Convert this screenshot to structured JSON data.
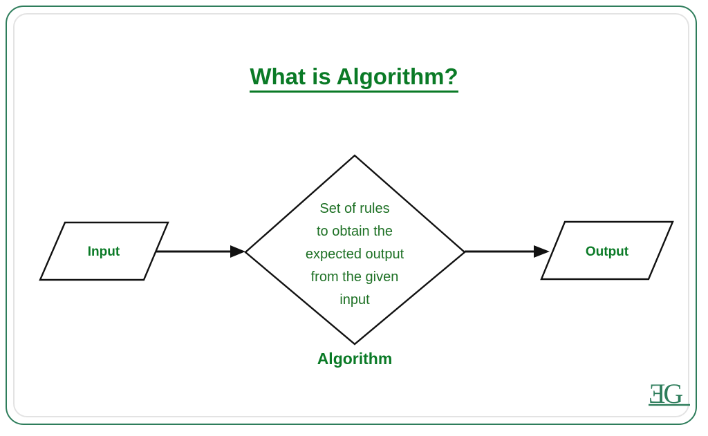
{
  "title": {
    "text": "What is Algorithm?",
    "color": "#0a7a26",
    "underlined": true
  },
  "frame": {
    "outer_color": "#2e7d5b",
    "inner_color": "#e3e3e3"
  },
  "diagram": {
    "type": "flowchart",
    "nodes": [
      {
        "id": "input",
        "shape": "parallelogram",
        "label": "Input",
        "text_color": "#0a7a26",
        "stroke": "#111111"
      },
      {
        "id": "algorithm",
        "shape": "diamond",
        "lines": [
          "Set of rules",
          "to obtain the",
          "expected output",
          "from the given",
          "input"
        ],
        "caption": "Algorithm",
        "text_color": "#1d7024",
        "stroke": "#111111"
      },
      {
        "id": "output",
        "shape": "parallelogram",
        "label": "Output",
        "text_color": "#0a7a26",
        "stroke": "#111111"
      }
    ],
    "edges": [
      {
        "from": "input",
        "to": "algorithm",
        "style": "solid-arrow"
      },
      {
        "from": "algorithm",
        "to": "output",
        "style": "solid-arrow"
      }
    ]
  },
  "logo": {
    "name": "geeksforgeeks-logo",
    "text": "ƎG",
    "color": "#2e7d5b"
  }
}
